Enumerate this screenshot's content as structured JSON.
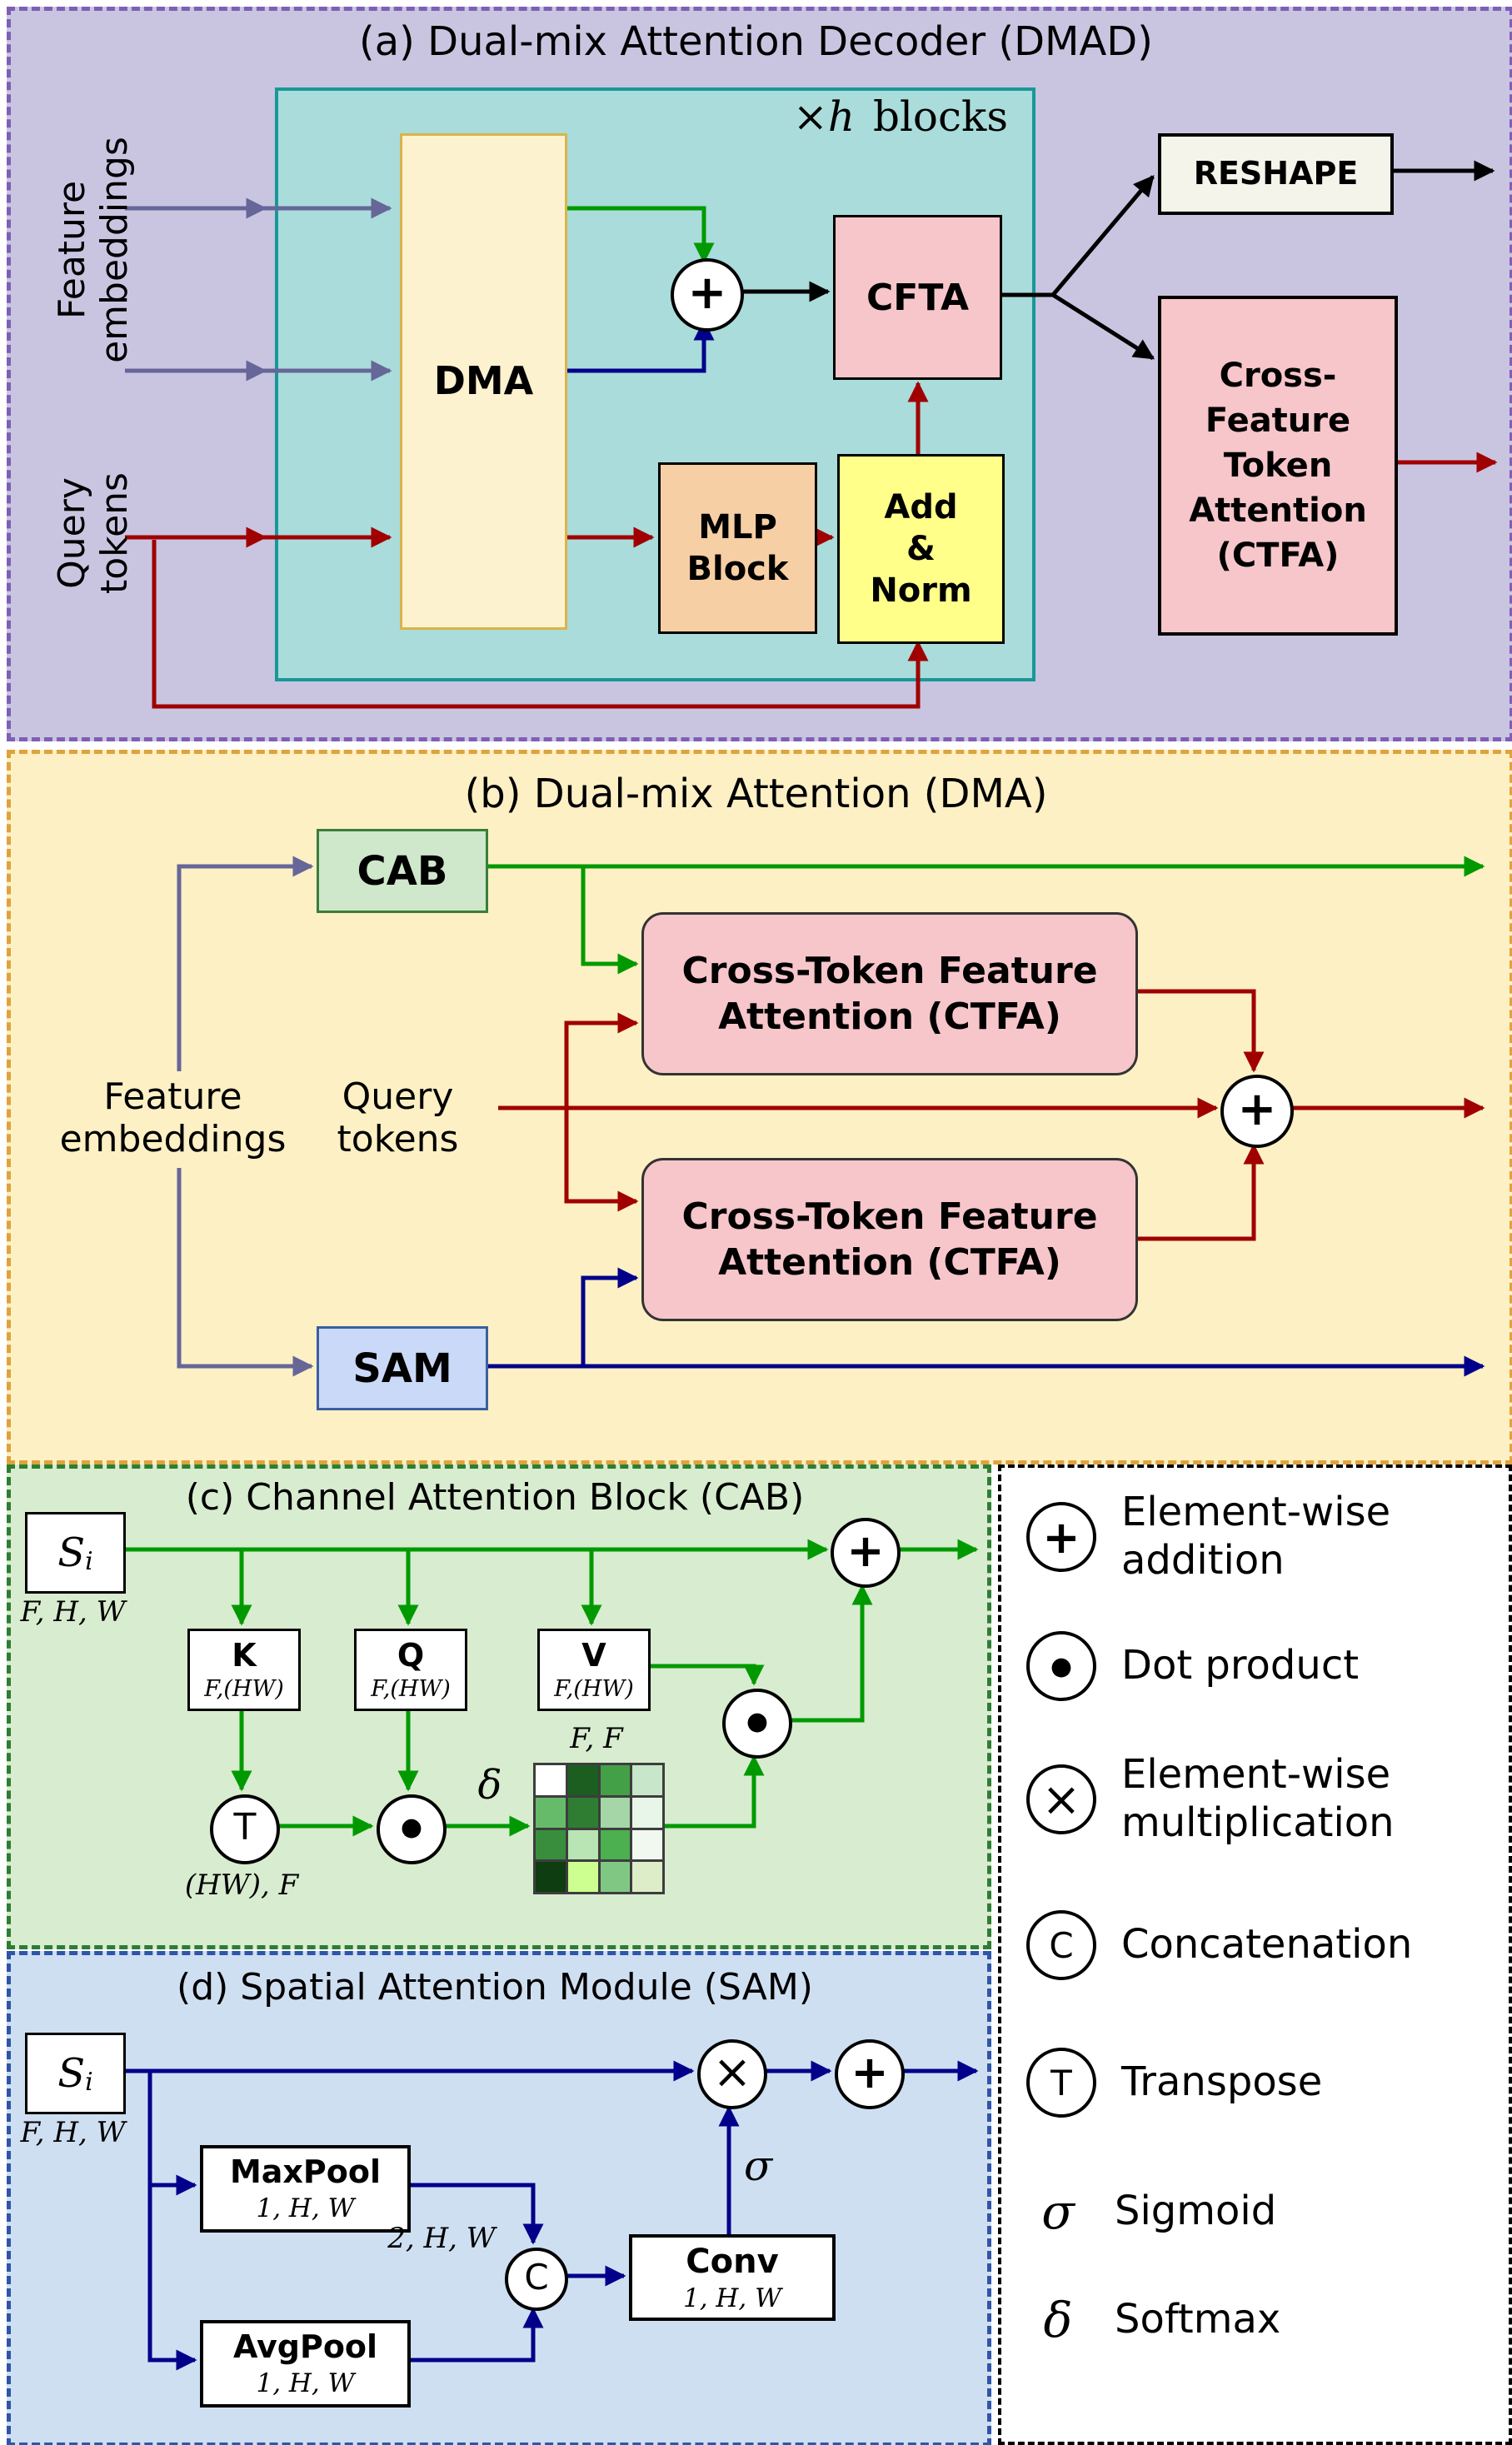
{
  "colors": {
    "panel_a_bg": "#c9c5e1",
    "panel_a_border": "#7e5fb5",
    "inner_block_bg": "#a9dcda",
    "inner_block_border": "#189898",
    "panel_b_bg": "#fdf0c4",
    "panel_b_border": "#e0a23c",
    "panel_c_bg": "#d8ecd0",
    "panel_c_border": "#2e7d32",
    "panel_d_bg": "#cfdff2",
    "panel_d_border": "#2f55a8",
    "legend_bg": "#ffffff",
    "legend_border": "#000000",
    "pink_box": "#f7c6ca",
    "cream_box": "#fdf2cf",
    "peach_box": "#f7cfa5",
    "yellow_box": "#ffff8a",
    "green_box": "#cfe8cb",
    "blue_box": "#c9d9f7",
    "white_box": "#f4f4ea",
    "arrow_gray": "#666699",
    "arrow_green": "#009a00",
    "arrow_navy": "#00008b",
    "arrow_red": "#a00000",
    "arrow_black": "#000000"
  },
  "panel_a": {
    "title": "(a) Dual-mix Attention Decoder (DMAD)",
    "feature_embeddings": {
      "line1": "Feature",
      "line2": "embeddings"
    },
    "query_tokens": {
      "line1": "Query",
      "line2": "tokens"
    },
    "blocks_label": {
      "times": "×",
      "variable": "h",
      "text": "blocks"
    },
    "dma": "DMA",
    "plus": "+",
    "cfta": "CFTA",
    "mlp": {
      "line1": "MLP",
      "line2": "Block"
    },
    "add_norm": {
      "line1": "Add",
      "line2": "&",
      "line3": "Norm"
    },
    "reshape": "RESHAPE",
    "ctfa_big": {
      "line1": "Cross-",
      "line2": "Feature",
      "line3": "Token",
      "line4": "Attention",
      "line5": "(CTFA)"
    }
  },
  "panel_b": {
    "title": "(b) Dual-mix Attention (DMA)",
    "cab": "CAB",
    "sam": "SAM",
    "ctfa_top": {
      "line1": "Cross-Token Feature",
      "line2": "Attention (CTFA)"
    },
    "ctfa_bottom": {
      "line1": "Cross-Token Feature",
      "line2": "Attention (CTFA)"
    },
    "feature_embeddings": {
      "line1": "Feature",
      "line2": "embeddings"
    },
    "query_tokens": {
      "line1": "Query",
      "line2": "tokens"
    },
    "plus": "+"
  },
  "panel_c": {
    "title": "(c) Channel Attention Block (CAB)",
    "si": {
      "base": "S",
      "sub": "i"
    },
    "si_dim": "F, H, W",
    "k": {
      "name": "K",
      "dim": "F,(HW)"
    },
    "q": {
      "name": "Q",
      "dim": "F,(HW)"
    },
    "v": {
      "name": "V",
      "dim": "F,(HW)"
    },
    "transpose": "T",
    "transpose_dim": "(HW), F",
    "dot": "●",
    "softmax": "δ",
    "matrix_label": "F, F",
    "plus": "+",
    "matrix_colors": [
      "#ffffff",
      "#1b5e20",
      "#43a047",
      "#c8e6c9",
      "#66bb6a",
      "#2e7d32",
      "#a5d6a7",
      "#e8f5e9",
      "#388e3c",
      "#b9e4b4",
      "#4caf50",
      "#f1f8ef",
      "#0d3d10",
      "#ccff90",
      "#81c784",
      "#dcedc8"
    ]
  },
  "panel_d": {
    "title": "(d) Spatial Attention Module (SAM)",
    "si": {
      "base": "S",
      "sub": "i"
    },
    "si_dim": "F, H, W",
    "maxpool": {
      "name": "MaxPool",
      "dim": "1, H, W"
    },
    "avgpool": {
      "name": "AvgPool",
      "dim": "1, H, W"
    },
    "concat": "C",
    "concat_dim": "2, H, W",
    "conv": {
      "name": "Conv",
      "dim": "1, H, W"
    },
    "sigmoid": "σ",
    "times": "×",
    "plus": "+"
  },
  "legend": {
    "items": [
      {
        "symbol": "+",
        "label1": "Element-wise",
        "label2": "addition"
      },
      {
        "symbol": "●",
        "label1": "Dot product",
        "label2": ""
      },
      {
        "symbol": "×",
        "label1": "Element-wise",
        "label2": "multiplication"
      },
      {
        "symbol": "C",
        "label1": "Concatenation",
        "label2": ""
      },
      {
        "symbol": "T",
        "label1": "Transpose",
        "label2": ""
      },
      {
        "symbol": "σ",
        "label1": "Sigmoid",
        "label2": ""
      },
      {
        "symbol": "δ",
        "label1": "Softmax",
        "label2": ""
      }
    ]
  }
}
